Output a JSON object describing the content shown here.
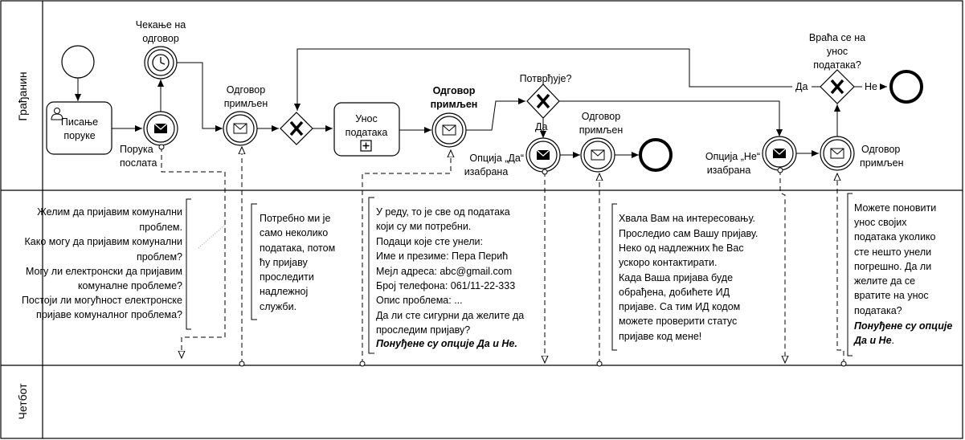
{
  "lanes": {
    "citizen": "Грађанин",
    "chatbot": "Четбот"
  },
  "tasks": {
    "write_message": [
      "Писање",
      "поруке"
    ],
    "enter_data": [
      "Унос",
      "података"
    ]
  },
  "events": {
    "waiting_reply": [
      "Чекање на",
      "одговор"
    ],
    "message_sent": [
      "Порука",
      "послата"
    ],
    "reply_received_1": [
      "Одговор",
      "примљен"
    ],
    "reply_received_2": [
      "Одговор",
      "примљен"
    ],
    "confirms": "Потврђује?",
    "yes_label": "Да",
    "option_yes": [
      "Опција „Да“",
      "изабрана"
    ],
    "reply_received_3": [
      "Одговор",
      "примљен"
    ],
    "option_no": [
      "Опција „Не“",
      "изабрана"
    ],
    "reply_received_4": [
      "Одговор",
      "примљен"
    ],
    "returns": [
      "Враћа се на",
      "унос",
      "података?"
    ],
    "da": "Да",
    "ne": "Не"
  },
  "notes": {
    "n1": [
      "Желим да пријавим комунални",
      "проблем.",
      "Како могу да пријавим комунални",
      "проблем?",
      "Могу ли електронски да пријавим",
      "комуналне проблеме?",
      "Постоји ли могућност електронске",
      "пријаве комуналног проблема?"
    ],
    "n2": [
      "Потребно ми је",
      "само неколико",
      "података, потом",
      "ћу пријаву",
      "проследити",
      "надлежној",
      "служби."
    ],
    "n3": [
      "У реду, то је све од података",
      "који су ми потребни.",
      "Подаци које сте унели:",
      "Име и презиме: Пера Перић",
      "Мејл адреса: abc@gmail.com",
      "Број телефона: 061/11-22-333",
      "Опис проблема: ...",
      "Да ли сте сигурни да желите да",
      "проследим пријаву?"
    ],
    "n3_bold": "Понуђене су опције Да и Не.",
    "n4": [
      "Хвала Вам на интересовању.",
      "Проследио сам Вашу пријаву.",
      "Неко од надлежних ће Вас",
      "ускоро контактирати.",
      "Када Ваша пријава буде",
      "обрађена, добићете ИД",
      "пријаве. Са тим ИД кодом",
      "можете проверити статус",
      "пријаве код мене!"
    ],
    "n5": [
      "Можете поновити",
      "унос својих",
      "података уколико",
      "сте нешто унели",
      "погрешно. Да ли",
      "желите да се",
      "вратите на унос",
      "података?"
    ],
    "n5_bold": [
      "Понуђене су опције",
      "Да и Не"
    ],
    "n5_dot": "."
  }
}
